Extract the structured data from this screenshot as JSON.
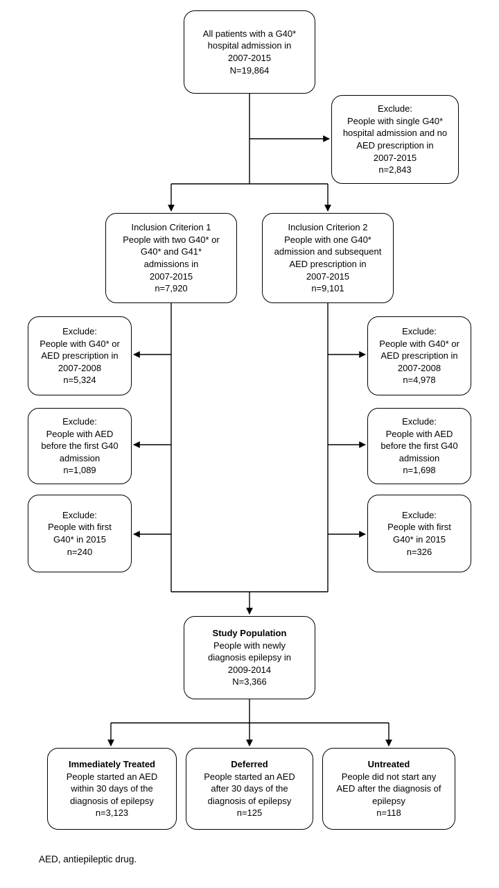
{
  "diagram": {
    "type": "flowchart",
    "colors": {
      "line": "#000000",
      "box_border": "#000000",
      "box_fill": "#ffffff",
      "text": "#000000"
    },
    "nodes": {
      "all_patients": {
        "text": "All patients with a G40*\nhospital admission in\n2007-2015\nN=19,864"
      },
      "exclude_single": {
        "text": "Exclude:\nPeople with single G40*\nhospital admission and no\nAED prescription in\n2007-2015\nn=2,843"
      },
      "inclusion1": {
        "text": "Inclusion Criterion 1\nPeople with two G40* or\nG40* and G41*\nadmissions in\n2007-2015\nn=7,920"
      },
      "inclusion2": {
        "text": "Inclusion Criterion 2\nPeople with one G40*\nadmission and subsequent\nAED prescription in\n2007-2015\nn=9,101"
      },
      "exclude_left_1": {
        "text": "Exclude:\nPeople with G40* or\nAED prescription in\n2007-2008\nn=5,324"
      },
      "exclude_left_2": {
        "text": "Exclude:\nPeople with AED\nbefore the first G40\nadmission\nn=1,089"
      },
      "exclude_left_3": {
        "text": "Exclude:\nPeople with first\nG40* in 2015\nn=240"
      },
      "exclude_right_1": {
        "text": "Exclude:\nPeople with G40* or\nAED prescription in\n2007-2008\nn=4,978"
      },
      "exclude_right_2": {
        "text": "Exclude:\nPeople with AED\nbefore the first G40\nadmission\nn=1,698"
      },
      "exclude_right_3": {
        "text": "Exclude:\nPeople with first\nG40* in 2015\nn=326"
      },
      "study_population": {
        "title": "Study Population",
        "text": "People with newly\ndiagnosis epilepsy in\n2009-2014\nN=3,366"
      },
      "immediately_treated": {
        "title": "Immediately Treated",
        "text": "People started an AED\nwithin 30 days of the\ndiagnosis of epilepsy\nn=3,123"
      },
      "deferred": {
        "title": "Deferred",
        "text": "People started an AED\nafter 30 days of the\ndiagnosis of epilepsy\nn=125"
      },
      "untreated": {
        "title": "Untreated",
        "text": "People did not start any\nAED after the diagnosis of\nepilepsy\nn=118"
      }
    },
    "footnote": "AED, antiepileptic drug."
  }
}
